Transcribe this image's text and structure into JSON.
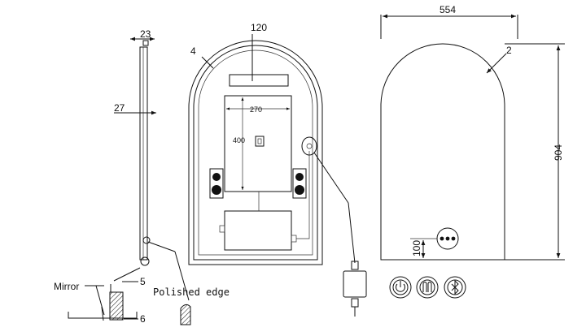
{
  "side_view": {
    "thickness_top": "23",
    "thickness_mid": "27",
    "mirror_label": "Mirror",
    "offset_top": "5",
    "offset_bottom": "6",
    "edge_label": "Polished edge"
  },
  "front_view": {
    "border_dim": "4",
    "sensor_width": "120",
    "cabinet_width": "270",
    "cabinet_height": "400"
  },
  "outline_view": {
    "width": "554",
    "height": "904",
    "radius_label": "2",
    "control_offset": "100"
  },
  "icons": [
    "power-icon",
    "heater-icon",
    "bluetooth-icon"
  ]
}
